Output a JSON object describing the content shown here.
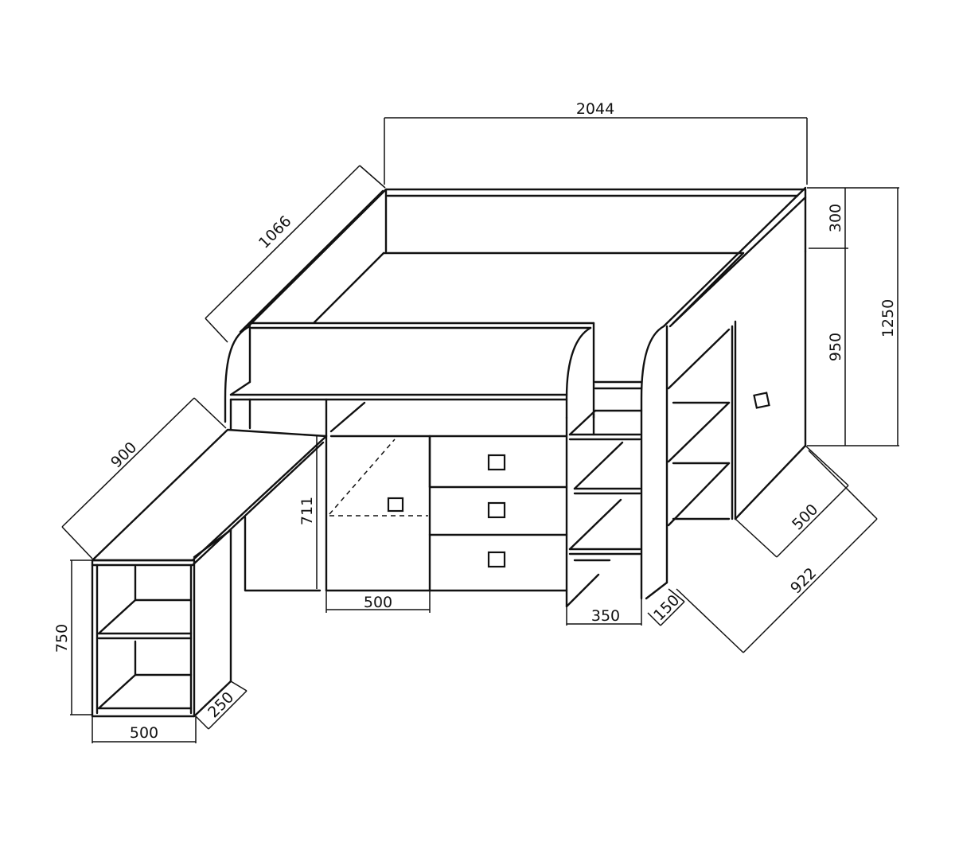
{
  "dimensions": {
    "bed_length": "2044",
    "bed_width": "1066",
    "rail_height": "300",
    "bed_height": "950",
    "total_height": "1250",
    "desk_length": "900",
    "desk_height": "750",
    "desk_shelf_width": "500",
    "desk_shelf_depth": "250",
    "drawer_unit_height": "711",
    "drawer_unit_width": "500",
    "ladder_width": "350",
    "ladder_depth": "150",
    "wardrobe_depth": "500",
    "wardrobe_width": "922"
  },
  "colors": {
    "line": "#111111",
    "background": "#ffffff"
  }
}
